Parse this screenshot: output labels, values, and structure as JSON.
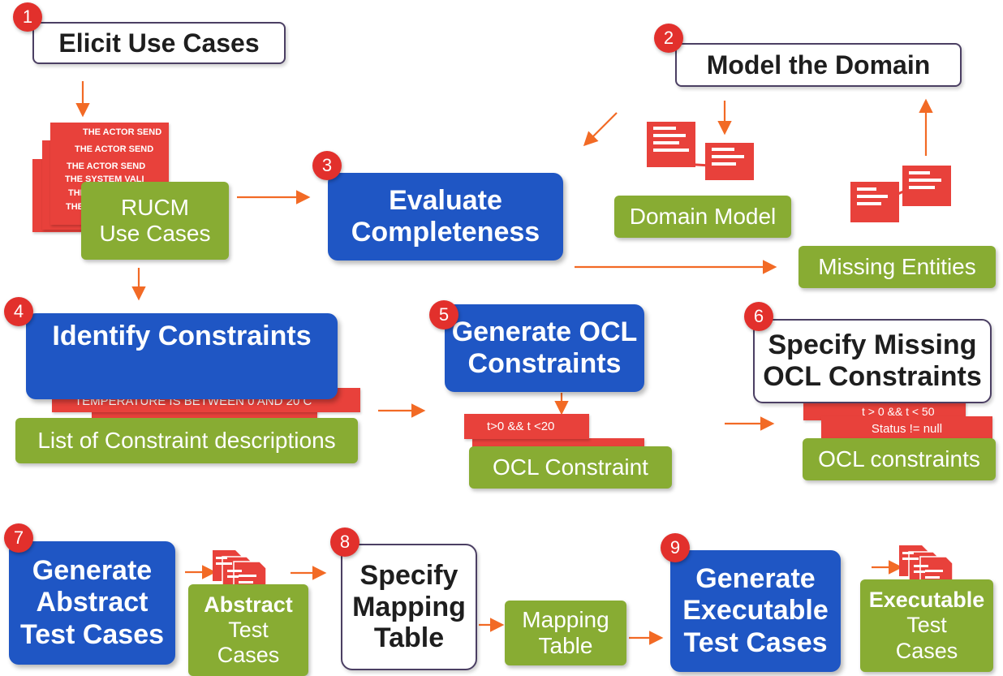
{
  "steps": [
    {
      "number": "1",
      "label": "Elicit Use Cases"
    },
    {
      "number": "2",
      "label": "Model the Domain"
    },
    {
      "number": "3",
      "label": "Evaluate\nCompleteness"
    },
    {
      "number": "4",
      "label": "Identify Constraints"
    },
    {
      "number": "5",
      "label": "Generate OCL\nConstraints"
    },
    {
      "number": "6",
      "label": "Specify Missing\nOCL Constraints"
    },
    {
      "number": "7",
      "label": "Generate\nAbstract\nTest Cases"
    },
    {
      "number": "8",
      "label": "Specify\nMapping\nTable"
    },
    {
      "number": "9",
      "label": "Generate\nExecutable\nTest Cases"
    }
  ],
  "artifacts": {
    "rucm": "RUCM\nUse Cases",
    "domain_model": "Domain Model",
    "missing_entities": "Missing Entities",
    "constraint_list": "List of Constraint descriptions",
    "ocl_constraint": "OCL Constraint",
    "ocl_constraints": "OCL constraints",
    "abstract_title": "Abstract",
    "abstract_rest": "Test\nCases",
    "mapping_table": "Mapping\nTable",
    "executable_title": "Executable",
    "executable_rest": "Test\nCases"
  },
  "document_snippets": {
    "use_case_lines": [
      "THE ACTOR SEND",
      "THE ACTOR SEND",
      "THE ACTOR SEND",
      "THE SYSTEM VALI",
      "THI",
      "THE"
    ],
    "constraint_text": "TEMPERATURE IS BETWEEN 0 AND 20 C",
    "ocl_expression": "t>0 && t <20",
    "missing_ocl_top": "t > 0 && t < 50",
    "missing_ocl_bottom": "Status != null"
  },
  "colors": {
    "step_blue": "#1f56c4",
    "artifact_green": "#88ac33",
    "document_red": "#e8413b",
    "arrow_orange": "#f26a25",
    "badge_red": "#e2302c",
    "box_border": "#4b3f63"
  },
  "icons": [
    "document-stack-icon",
    "class-diagram-icon",
    "test-case-stack-icon"
  ]
}
